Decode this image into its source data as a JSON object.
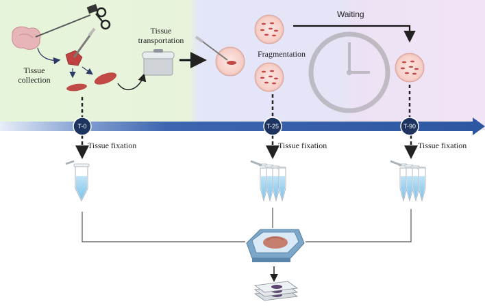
{
  "labels": {
    "tissue_collection": "Tissue\ncollection",
    "tissue_transportation": "Tissue\ntransportation",
    "fragmentation": "Fragmentation",
    "waiting": "Waiting",
    "fixation_t0": "Tissue fixation",
    "fixation_t25": "Tissue fixation",
    "fixation_t90": "Tissue fixation"
  },
  "timepoints": [
    "T-0",
    "T-25",
    "T-90"
  ],
  "colors": {
    "phase1_bg": "#e6f3dc",
    "phase2_bg": "#e3e6f7",
    "phase3_bg": "#efe2f4",
    "timeline": "#3a62aa",
    "timepoint_marker": "#1e3460",
    "tissue": "#c8504b",
    "dish": "#f8d6d0"
  },
  "icons": [
    "laparoscopic-grasper-icon",
    "organ-icon",
    "cooler-box-icon",
    "petri-dish-icon",
    "clock-icon",
    "tube-icon",
    "tissue-processor-icon",
    "slide-stack-icon"
  ]
}
